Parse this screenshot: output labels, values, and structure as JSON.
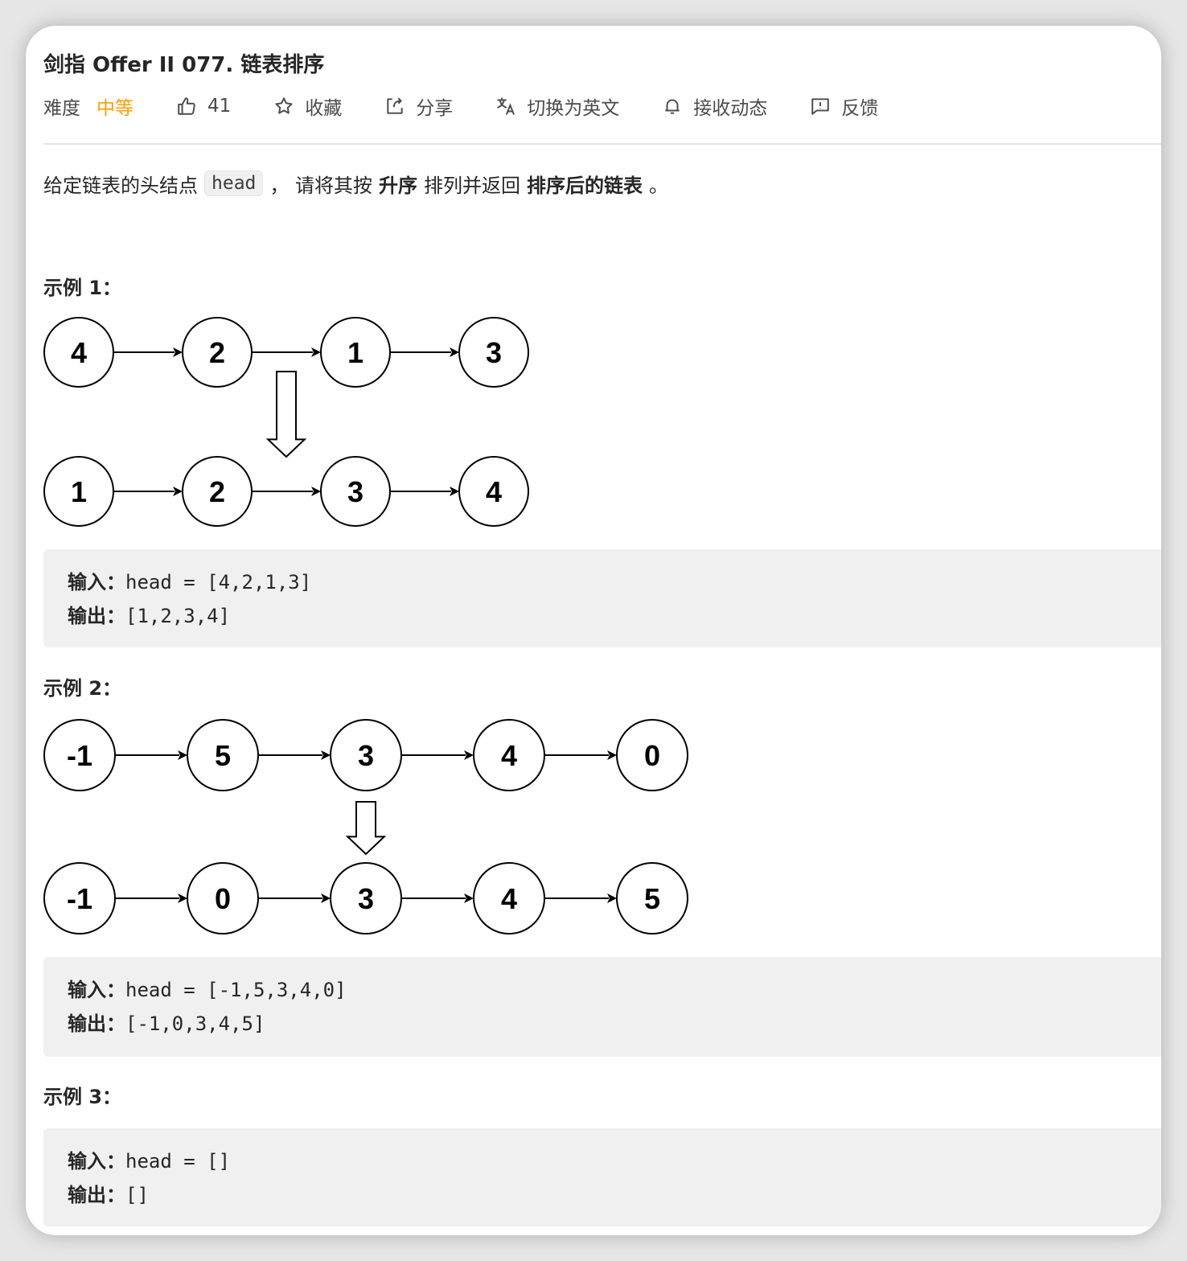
{
  "title": "剑指 Offer II 077. 链表排序",
  "meta": {
    "difficulty_label": "难度",
    "difficulty_value": "中等",
    "likes": "41",
    "favorite": "收藏",
    "share": "分享",
    "translate": "切换为英文",
    "subscribe": "接收动态",
    "feedback": "反馈"
  },
  "colors": {
    "difficulty": "#ff9d00",
    "code_bg": "#f0f0f0"
  },
  "description": {
    "part1": "给定链表的头结点",
    "code": "head",
    "part2": "，  请将其按",
    "bold1": "升序",
    "part3": "排列并返回",
    "bold2": "排序后的链表",
    "part4": "。"
  },
  "examples": [
    {
      "heading": "示例 1：",
      "before": [
        "4",
        "2",
        "1",
        "3"
      ],
      "after": [
        "1",
        "2",
        "3",
        "4"
      ],
      "input_label": "输入：",
      "input": "head = [4,2,1,3]",
      "output_label": "输出：",
      "output": "[1,2,3,4]"
    },
    {
      "heading": "示例 2：",
      "before": [
        "-1",
        "5",
        "3",
        "4",
        "0"
      ],
      "after": [
        "-1",
        "0",
        "3",
        "4",
        "5"
      ],
      "input_label": "输入：",
      "input": "head = [-1,5,3,4,0]",
      "output_label": "输出：",
      "output": "[-1,0,3,4,5]"
    },
    {
      "heading": "示例 3：",
      "input_label": "输入：",
      "input": "head = []",
      "output_label": "输出：",
      "output": "[]"
    }
  ]
}
